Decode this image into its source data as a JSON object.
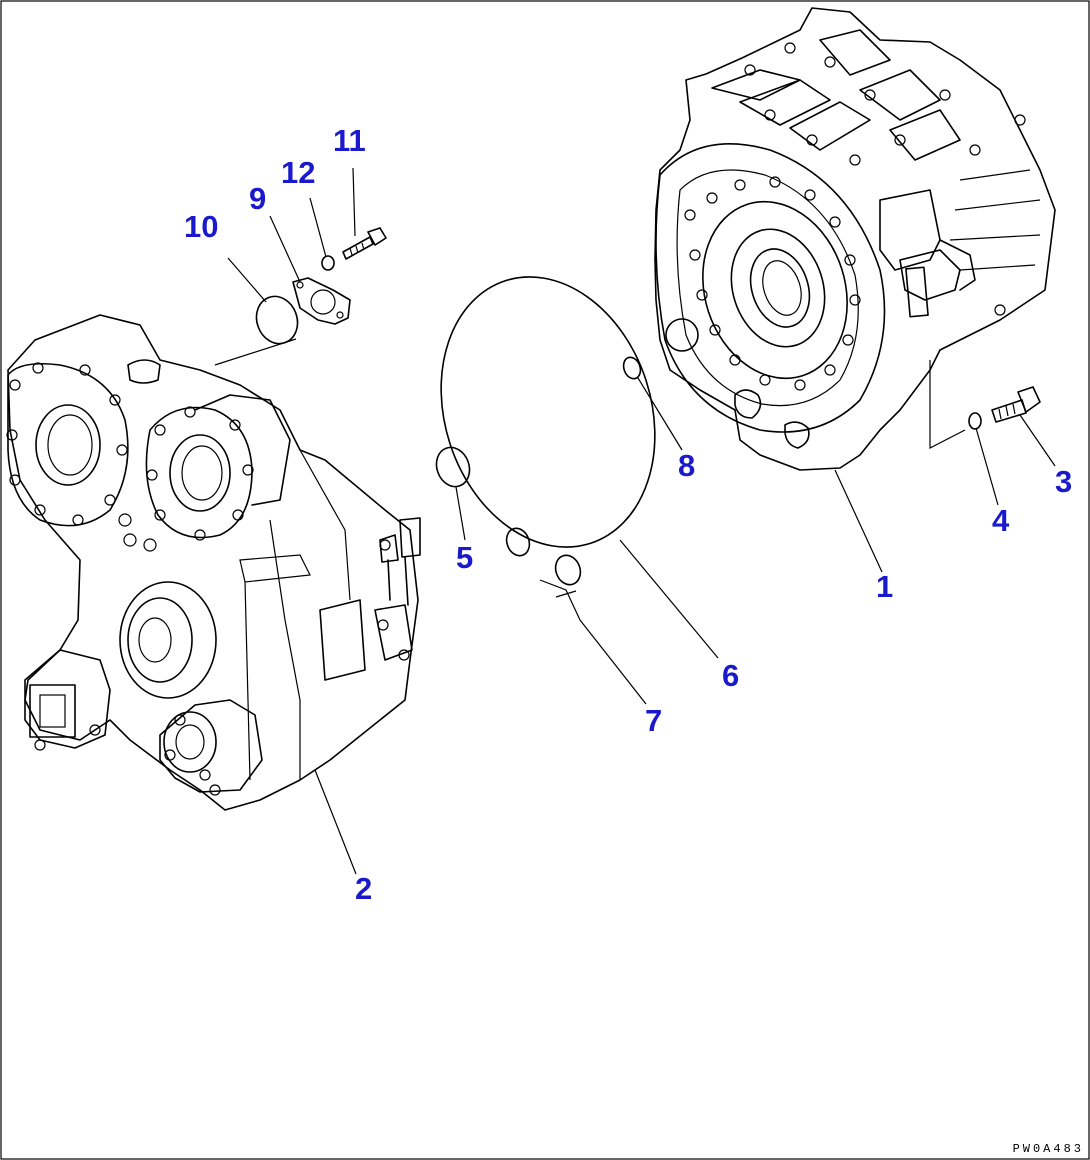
{
  "figure_code": "PW0A483",
  "callouts": [
    {
      "id": "c1",
      "label": "1"
    },
    {
      "id": "c2",
      "label": "2"
    },
    {
      "id": "c3",
      "label": "3"
    },
    {
      "id": "c4",
      "label": "4"
    },
    {
      "id": "c5",
      "label": "5"
    },
    {
      "id": "c6",
      "label": "6"
    },
    {
      "id": "c7",
      "label": "7"
    },
    {
      "id": "c8",
      "label": "8"
    },
    {
      "id": "c9",
      "label": "9"
    },
    {
      "id": "c10",
      "label": "10"
    },
    {
      "id": "c11",
      "label": "11"
    },
    {
      "id": "c12",
      "label": "12"
    }
  ],
  "colors": {
    "callout": "#1a1acc",
    "line": "#000000",
    "background": "#ffffff"
  }
}
